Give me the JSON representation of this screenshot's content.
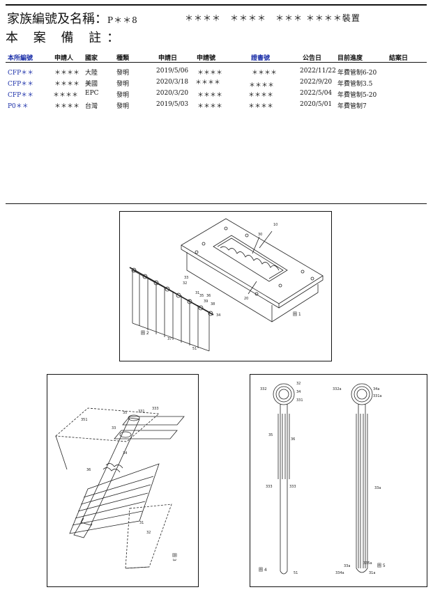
{
  "header": {
    "title_label": "家族編號及名稱：",
    "family_code": "P＊＊8",
    "family_name": "＊＊＊＊　＊＊＊＊　＊＊＊ ＊＊＊＊裝置",
    "remarks_label": "本 案 備 註："
  },
  "table": {
    "columns": [
      "本所編號",
      "申請人",
      "國家",
      "種類",
      "申請日",
      "申請號",
      "證書號",
      "公告日",
      "目前進度",
      "結案日"
    ],
    "rows": [
      {
        "no": "CFP＊＊",
        "applicant": "＊＊＊＊",
        "country": "大陸",
        "type": "發明",
        "filed": "2019/5/06",
        "app_no": "＊＊＊＊",
        "cert_no": "＊＊＊＊",
        "pub_date": "2022/11/22",
        "status": "年費管制6-20",
        "closed": ""
      },
      {
        "no": "CFP＊＊",
        "applicant": "＊＊＊＊",
        "country": "美國",
        "type": "發明",
        "filed": "2020/3/18",
        "app_no": "＊＊＊＊",
        "cert_no": "＊＊＊＊",
        "pub_date": "2022/9/20",
        "status": "年費管制3.5",
        "closed": ""
      },
      {
        "no": "CFP＊＊",
        "applicant": "＊＊＊＊",
        "country": "EPC",
        "type": "發明",
        "filed": "2020/3/20",
        "app_no": "＊＊＊＊",
        "cert_no": "＊＊＊＊",
        "pub_date": "2022/5/04",
        "status": "年費管制5-20",
        "closed": ""
      },
      {
        "no": "P0＊＊",
        "applicant": "＊＊＊＊",
        "country": "台灣",
        "type": "發明",
        "filed": "2019/5/03",
        "app_no": "＊＊＊＊",
        "cert_no": "＊＊＊＊",
        "pub_date": "2020/5/01",
        "status": "年費管制7",
        "closed": ""
      }
    ]
  },
  "figures": {
    "fig1_label": "圖 1",
    "fig2_label": "圖 2",
    "fig3_label": "圖 3",
    "fig4_label": "圖 4",
    "fig5_label": "圖 5",
    "fig1_refs": [
      "10",
      "30",
      "20"
    ],
    "fig2_refs": [
      "33",
      "32",
      "31",
      "34",
      "38",
      "39",
      "35",
      "36",
      "37",
      "51"
    ],
    "fig3_refs": [
      "351",
      "35",
      "33",
      "331",
      "333",
      "34",
      "36",
      "31",
      "32"
    ],
    "fig4_refs": [
      "332",
      "32",
      "34",
      "331",
      "35",
      "36",
      "333",
      "333",
      "51"
    ],
    "fig5_refs": [
      "332a",
      "34a",
      "331a",
      "33a",
      "33a",
      "335a",
      "334a",
      "31a"
    ]
  }
}
